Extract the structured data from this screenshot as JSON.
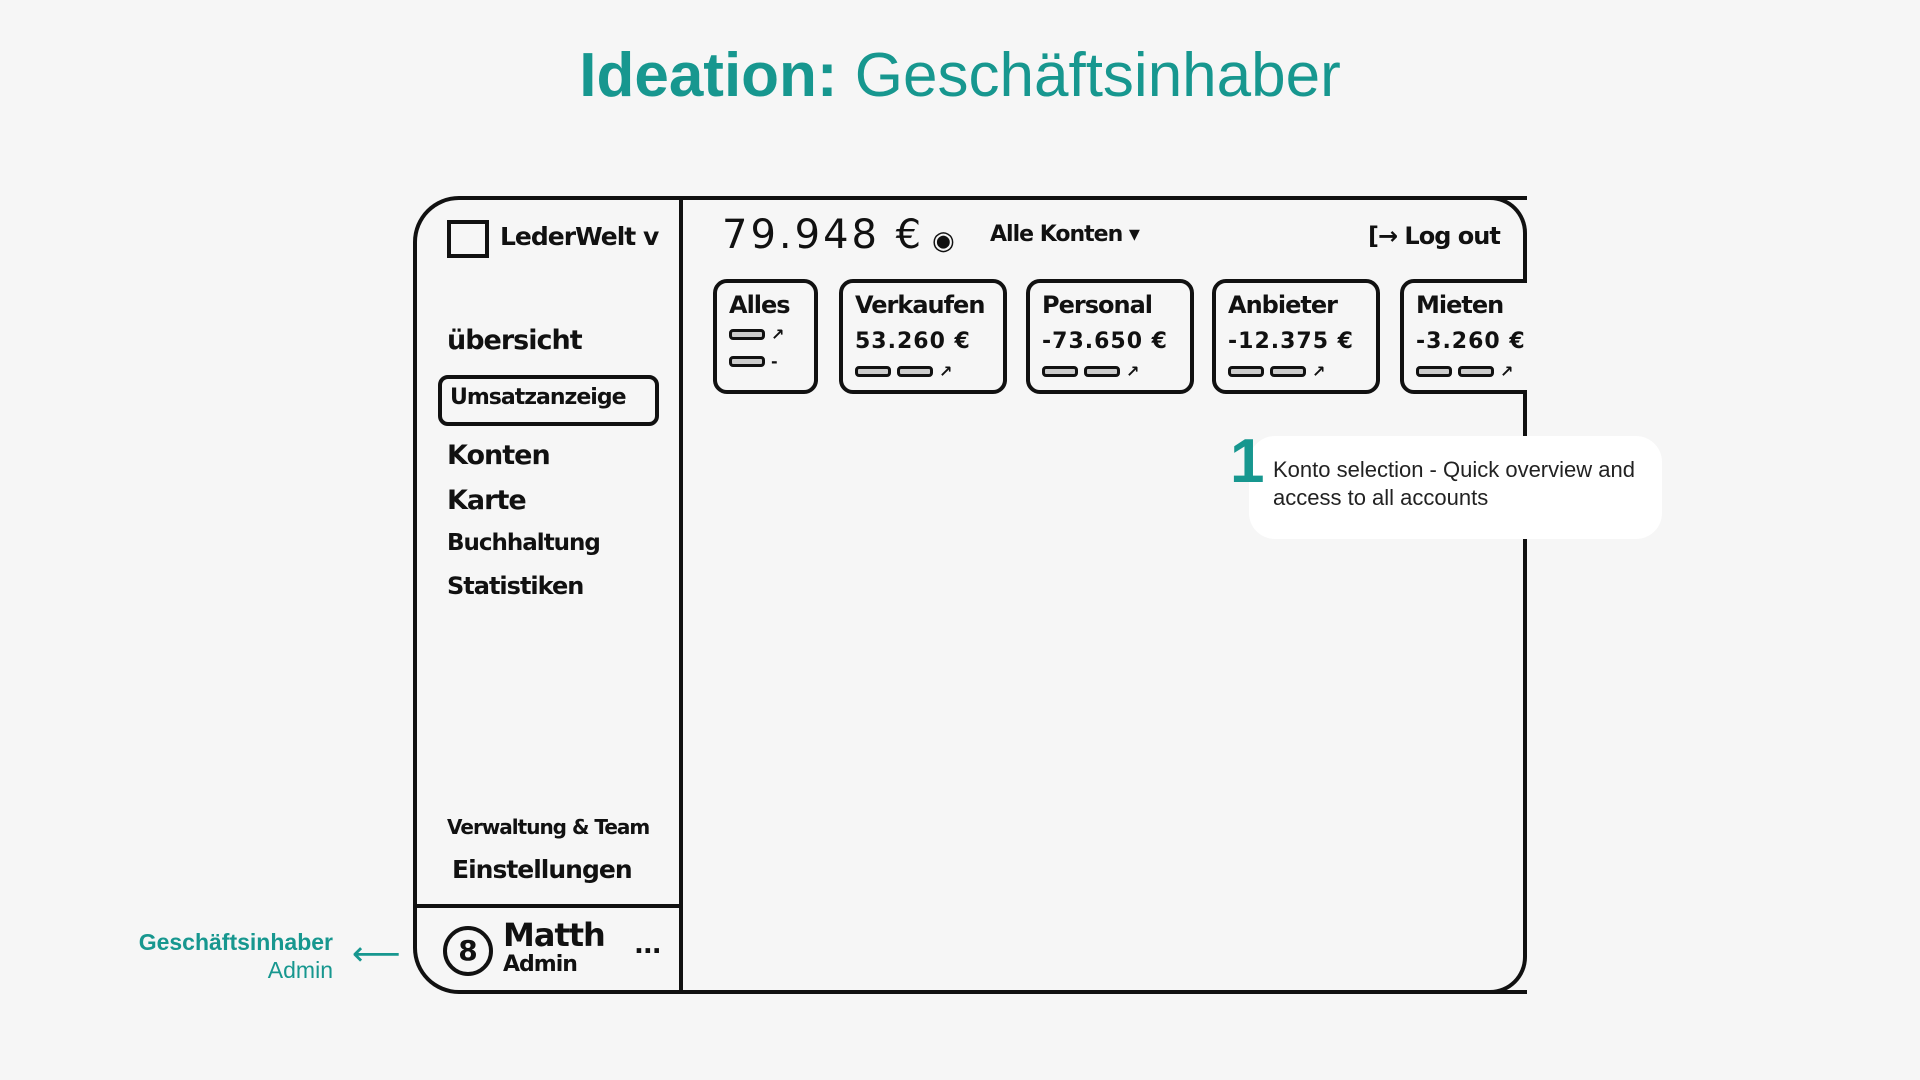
{
  "title": {
    "bold": "Ideation:",
    "rest": "Geschäftsinhaber"
  },
  "sidebar": {
    "company": "LederWelt",
    "company_chevron": "v",
    "items": [
      {
        "label": "übersicht"
      },
      {
        "label": "Umsatzanzeige",
        "active": true
      },
      {
        "label": "Konten"
      },
      {
        "label": "Karte"
      },
      {
        "label": "Buchhaltung"
      },
      {
        "label": "Statistiken"
      }
    ],
    "bottom_items": [
      {
        "label": "Verwaltung & Team"
      },
      {
        "label": "Einstellungen"
      }
    ],
    "user": {
      "name": "Matth",
      "role": "Admin",
      "more": "..."
    }
  },
  "header": {
    "balance": "79.948 €",
    "accounts_select": "Alle Konten ▾",
    "logout": "[→ Log out"
  },
  "cards": [
    {
      "name": "Alles"
    },
    {
      "name": "Verkaufen",
      "amount": "53.260 €"
    },
    {
      "name": "Personal",
      "amount": "-73.650 €"
    },
    {
      "name": "Anbieter",
      "amount": "-12.375 €"
    },
    {
      "name": "Mieten",
      "amount": "-3.260 €"
    }
  ],
  "callout": {
    "number": "1",
    "text": "Konto selection - Quick overview and access to all accounts"
  },
  "role_annotation": {
    "title": "Geschäftsinhaber",
    "subtitle": "Admin"
  },
  "colors": {
    "accent": "#17978f",
    "ink": "#111111",
    "background": "#f6f6f6"
  }
}
